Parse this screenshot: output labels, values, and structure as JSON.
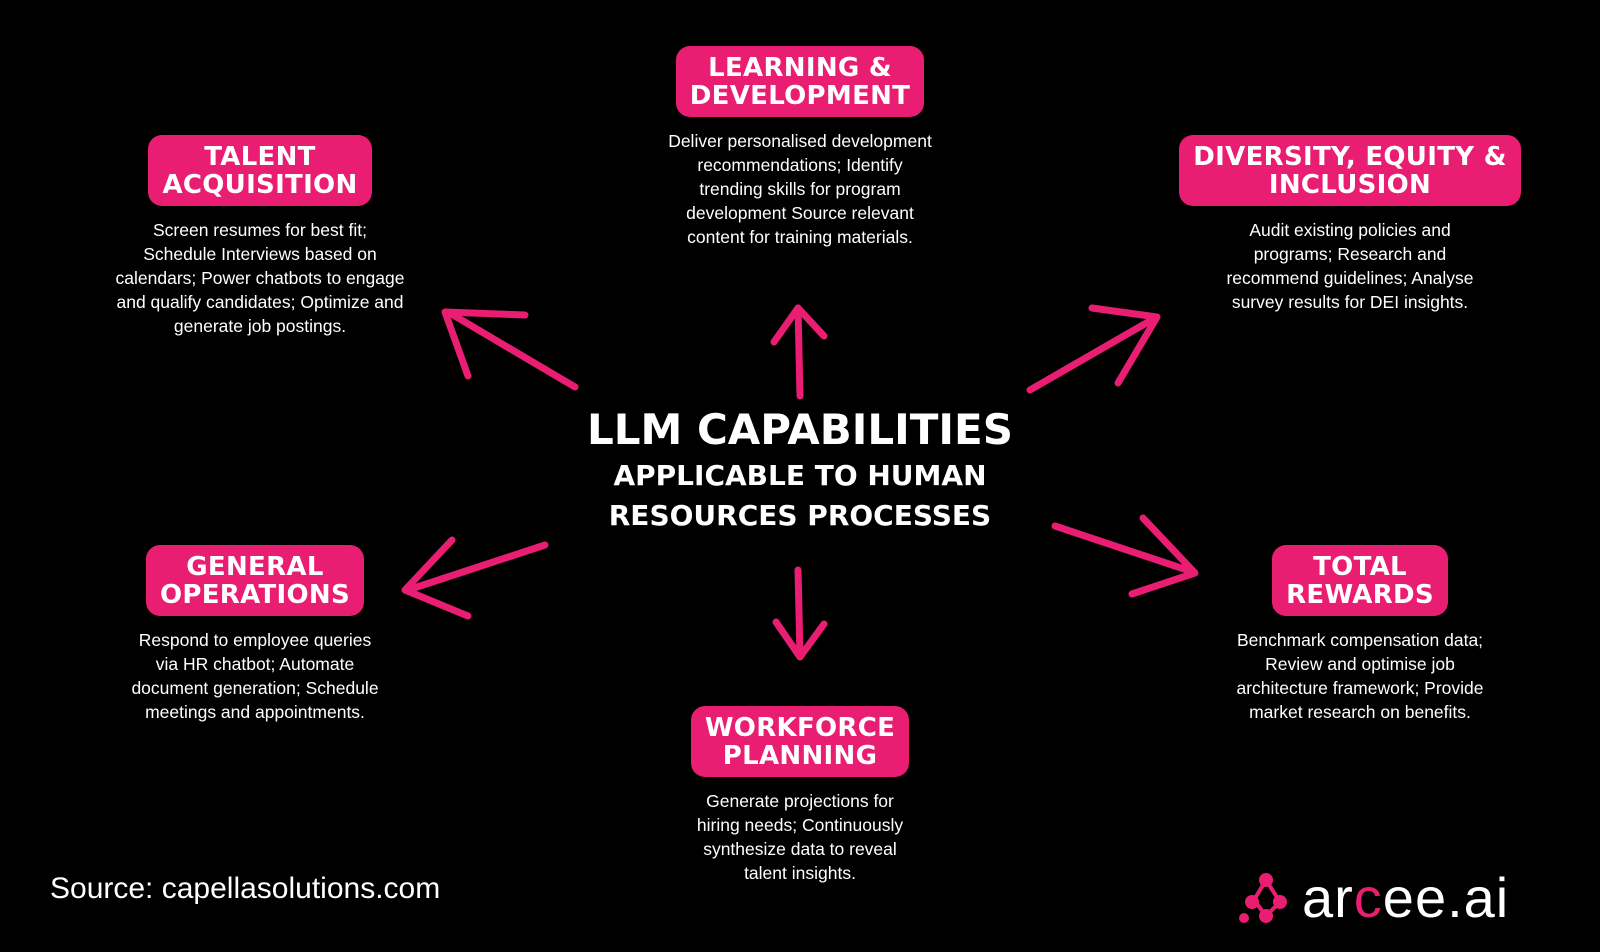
{
  "center": {
    "title": "LLM CAPABILITIES",
    "subtitle_line1": "APPLICABLE TO HUMAN",
    "subtitle_line2": "RESOURCES PROCESSES"
  },
  "capabilities": {
    "learning": {
      "title_lines": [
        "LEARNING &",
        "DEVELOPMENT"
      ],
      "desc_lines": [
        "Deliver personalised development",
        "recommendations; Identify",
        "trending skills for program",
        "development Source relevant",
        "content for training materials."
      ]
    },
    "talent": {
      "title_lines": [
        "TALENT",
        "ACQUISITION"
      ],
      "desc_lines": [
        "Screen resumes for best fit;",
        "Schedule Interviews based on",
        "calendars; Power chatbots to engage",
        "and qualify candidates; Optimize and",
        "generate job postings."
      ]
    },
    "dei": {
      "title_lines": [
        "DIVERSITY, EQUITY &",
        "INCLUSION"
      ],
      "desc_lines": [
        "Audit existing policies and",
        "programs; Research and",
        "recommend guidelines; Analyse",
        "survey results for DEI insights."
      ]
    },
    "operations": {
      "title_lines": [
        "GENERAL",
        "OPERATIONS"
      ],
      "desc_lines": [
        "Respond to employee queries",
        "via HR chatbot; Automate",
        "document generation; Schedule",
        "meetings and appointments."
      ]
    },
    "rewards": {
      "title_lines": [
        "TOTAL",
        "REWARDS"
      ],
      "desc_lines": [
        "Benchmark compensation data;",
        "Review and optimise job",
        "architecture framework; Provide",
        "market research on benefits."
      ]
    },
    "workforce": {
      "title_lines": [
        "WORKFORCE",
        "PLANNING"
      ],
      "desc_lines": [
        "Generate projections for",
        "hiring needs; Continuously",
        "synthesize data to reveal",
        "talent insights."
      ]
    }
  },
  "footer": {
    "source": "Source: capellasolutions.com",
    "logo_part1": "ar",
    "logo_accent": "c",
    "logo_part2": "ee.ai"
  },
  "colors": {
    "accent": "#e91e72",
    "background": "#000000",
    "text": "#ffffff"
  },
  "icons": {
    "arrow": "hand-drawn-arrow-icon",
    "logo_mark": "molecule-cluster-icon"
  }
}
